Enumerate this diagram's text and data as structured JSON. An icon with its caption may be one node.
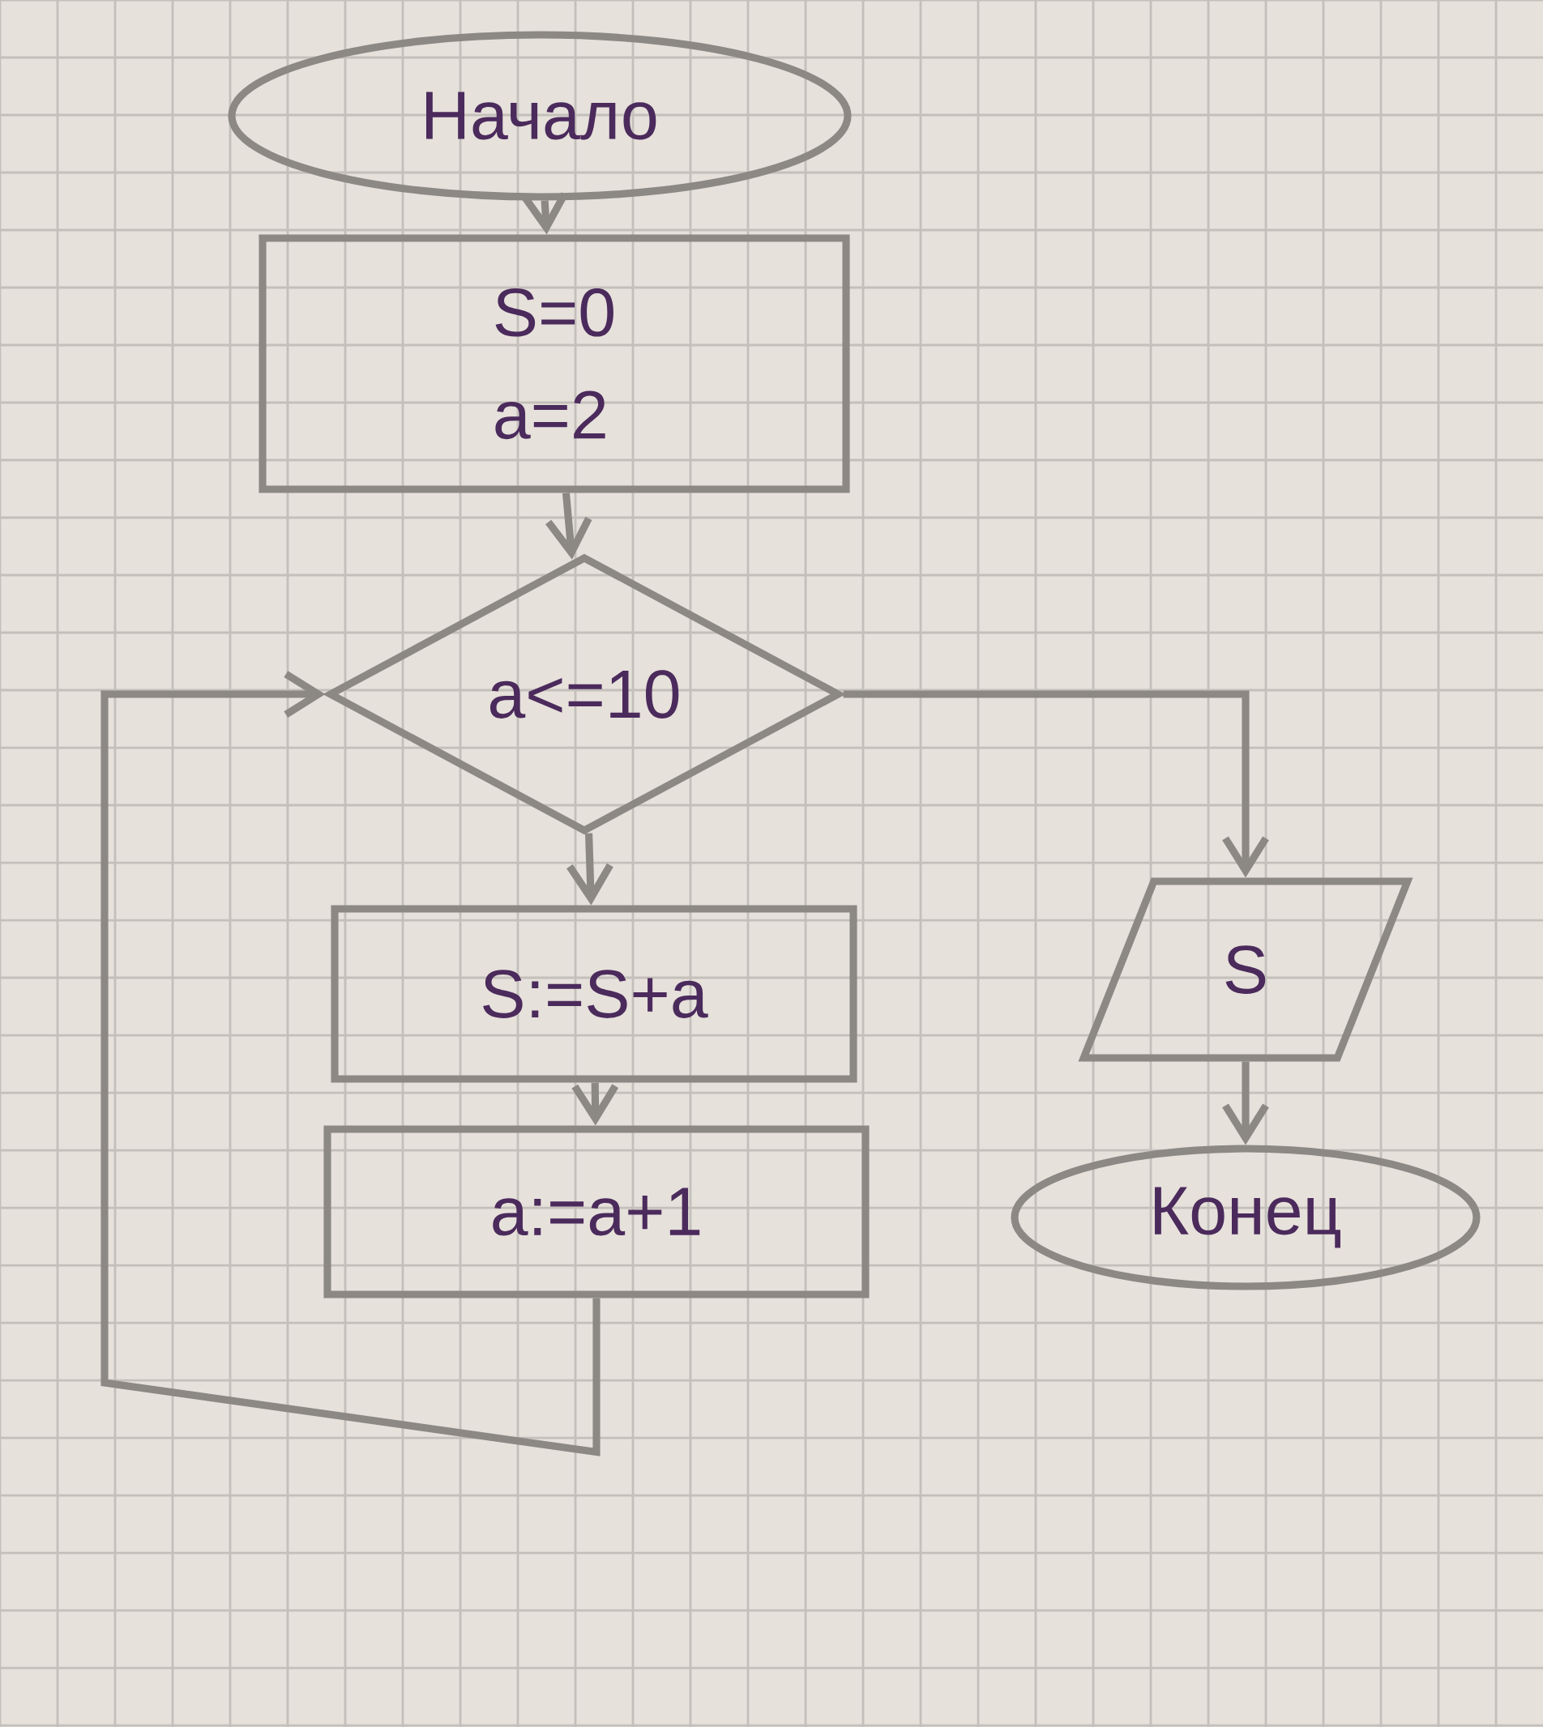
{
  "diagram": {
    "nodes": [
      {
        "text": [
          "Начало"
        ]
      },
      {
        "text": [
          "S=0",
          "a=2"
        ]
      },
      {
        "text": [
          "a<=10"
        ]
      },
      {
        "text": [
          "S:=S+a"
        ]
      },
      {
        "text": [
          "a:=a+1"
        ]
      },
      {
        "text": [
          "S"
        ]
      },
      {
        "text": [
          "Конец"
        ]
      }
    ],
    "edges": [
      {
        "from": 0,
        "to": 1,
        "arrow": "to"
      },
      {
        "from": 1,
        "to": 2,
        "arrow": "to"
      },
      {
        "from": 2,
        "to": 3,
        "arrow": "to"
      },
      {
        "from": 3,
        "to": 4,
        "arrow": "to"
      },
      {
        "from": 4,
        "to": 2,
        "arrow": "to"
      },
      {
        "from": 2,
        "to": 5,
        "arrow": "to"
      },
      {
        "from": 5,
        "to": 6,
        "arrow": "to"
      }
    ]
  }
}
